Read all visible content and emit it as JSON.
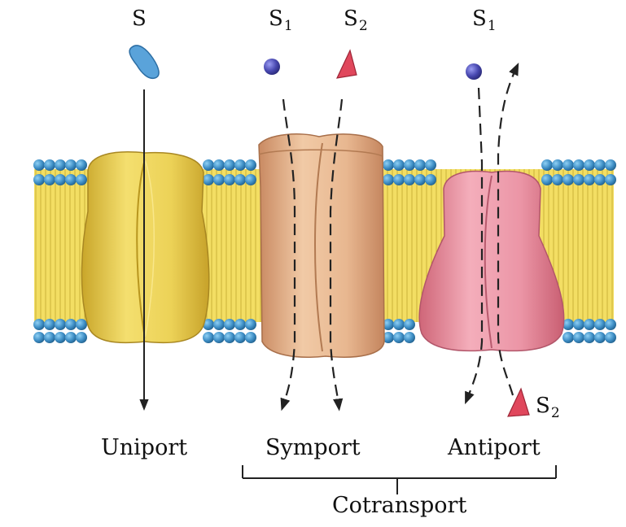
{
  "diagram": {
    "uniport": {
      "substrate": "S",
      "label": "Uniport"
    },
    "symport": {
      "substrate1": "S",
      "substrate1_sub": "1",
      "substrate2": "S",
      "substrate2_sub": "2",
      "label": "Symport"
    },
    "antiport": {
      "substrate1": "S",
      "substrate1_sub": "1",
      "substrate2": "S",
      "substrate2_sub": "2",
      "label": "Antiport"
    },
    "group_label": "Cotransport",
    "colors": {
      "lipid_head": "#3f8fc6",
      "lipid_tail": "#f2dd62",
      "uniport_protein": "#e9cf4f",
      "symport_protein": "#e5b48f",
      "antiport_protein": "#e98ea0",
      "s_blue_oval": "#5a9fd6",
      "s1_sphere": "#4848b0",
      "s2_wedge": "#e04a5e"
    }
  }
}
